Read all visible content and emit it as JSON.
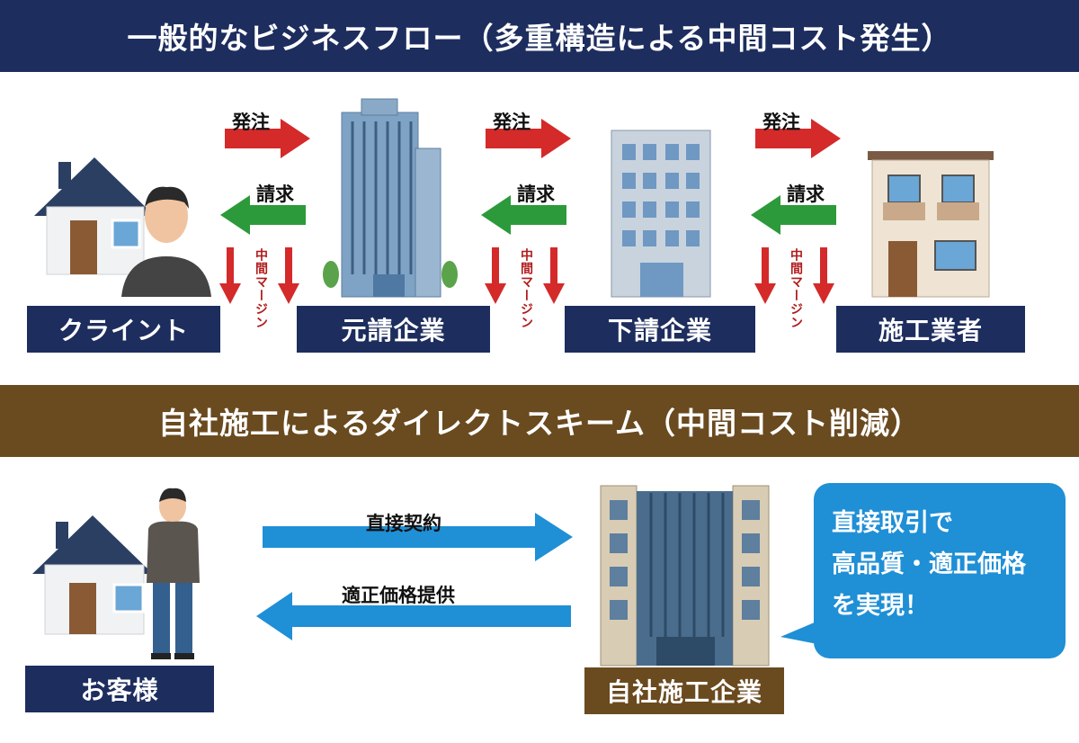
{
  "top": {
    "title": "一般的なビジネスフロー（多重構造による中間コスト発生）",
    "nodes": [
      "クライント",
      "元請企業",
      "下請企業",
      "施工業者"
    ],
    "order_label": "発注",
    "invoice_label": "請求",
    "margin_label": "中間マージン"
  },
  "bottom": {
    "title": "自社施工によるダイレクトスキーム（中間コスト削減）",
    "customer": "お客様",
    "company": "自社施工企業",
    "arrow_right": "直接契約",
    "arrow_left": "適正価格提供",
    "bubble": [
      "直接取引で",
      "高品質・適正価格",
      "を実現！"
    ]
  },
  "colors": {
    "navy": "#1d2d5e",
    "brown": "#6a4a1f",
    "red": "#d42a2a",
    "green": "#2c9a3a",
    "blue": "#1f8fd6"
  }
}
